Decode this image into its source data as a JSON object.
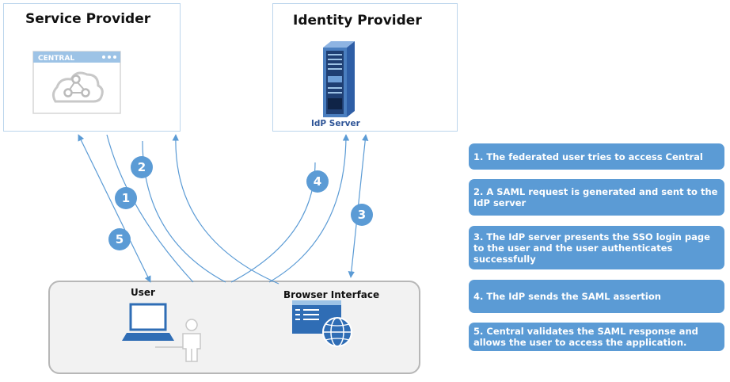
{
  "service_provider": {
    "title": "Service Provider",
    "app_tab_label": "CENTRAL"
  },
  "identity_provider": {
    "title": "Identity Provider",
    "server_label": "IdP Server"
  },
  "client": {
    "user_label": "User",
    "browser_label": "Browser Interface"
  },
  "flow_markers": [
    "1",
    "2",
    "3",
    "4",
    "5"
  ],
  "steps": [
    "1. The federated user tries to access Central",
    "2. A SAML request is generated and sent to the IdP server",
    "3. The IdP server presents the SSO login page to the user and the user authenticates successfully",
    "4. The IdP sends the SAML assertion",
    "5. Central validates the SAML response and allows the user to access the application."
  ],
  "colors": {
    "accent": "#5b9bd5",
    "line": "#5b9bd5",
    "box_border": "#bcd6ec",
    "client_bg": "#f2f2f2"
  }
}
